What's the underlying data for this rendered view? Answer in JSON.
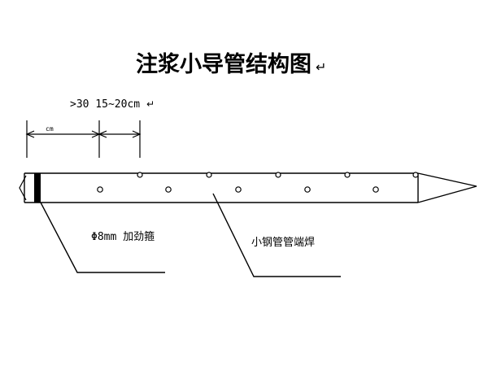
{
  "title": "注浆小导管结构图",
  "title_mark": "↵",
  "dimensions": {
    "text": ">30 15~20cm",
    "mark": "↵",
    "sub_label": "cm"
  },
  "labels": {
    "stiffener": "Φ8mm 加劲箍",
    "weld": "小钢管管端焊"
  },
  "colors": {
    "line": "#000000",
    "background": "#ffffff"
  }
}
